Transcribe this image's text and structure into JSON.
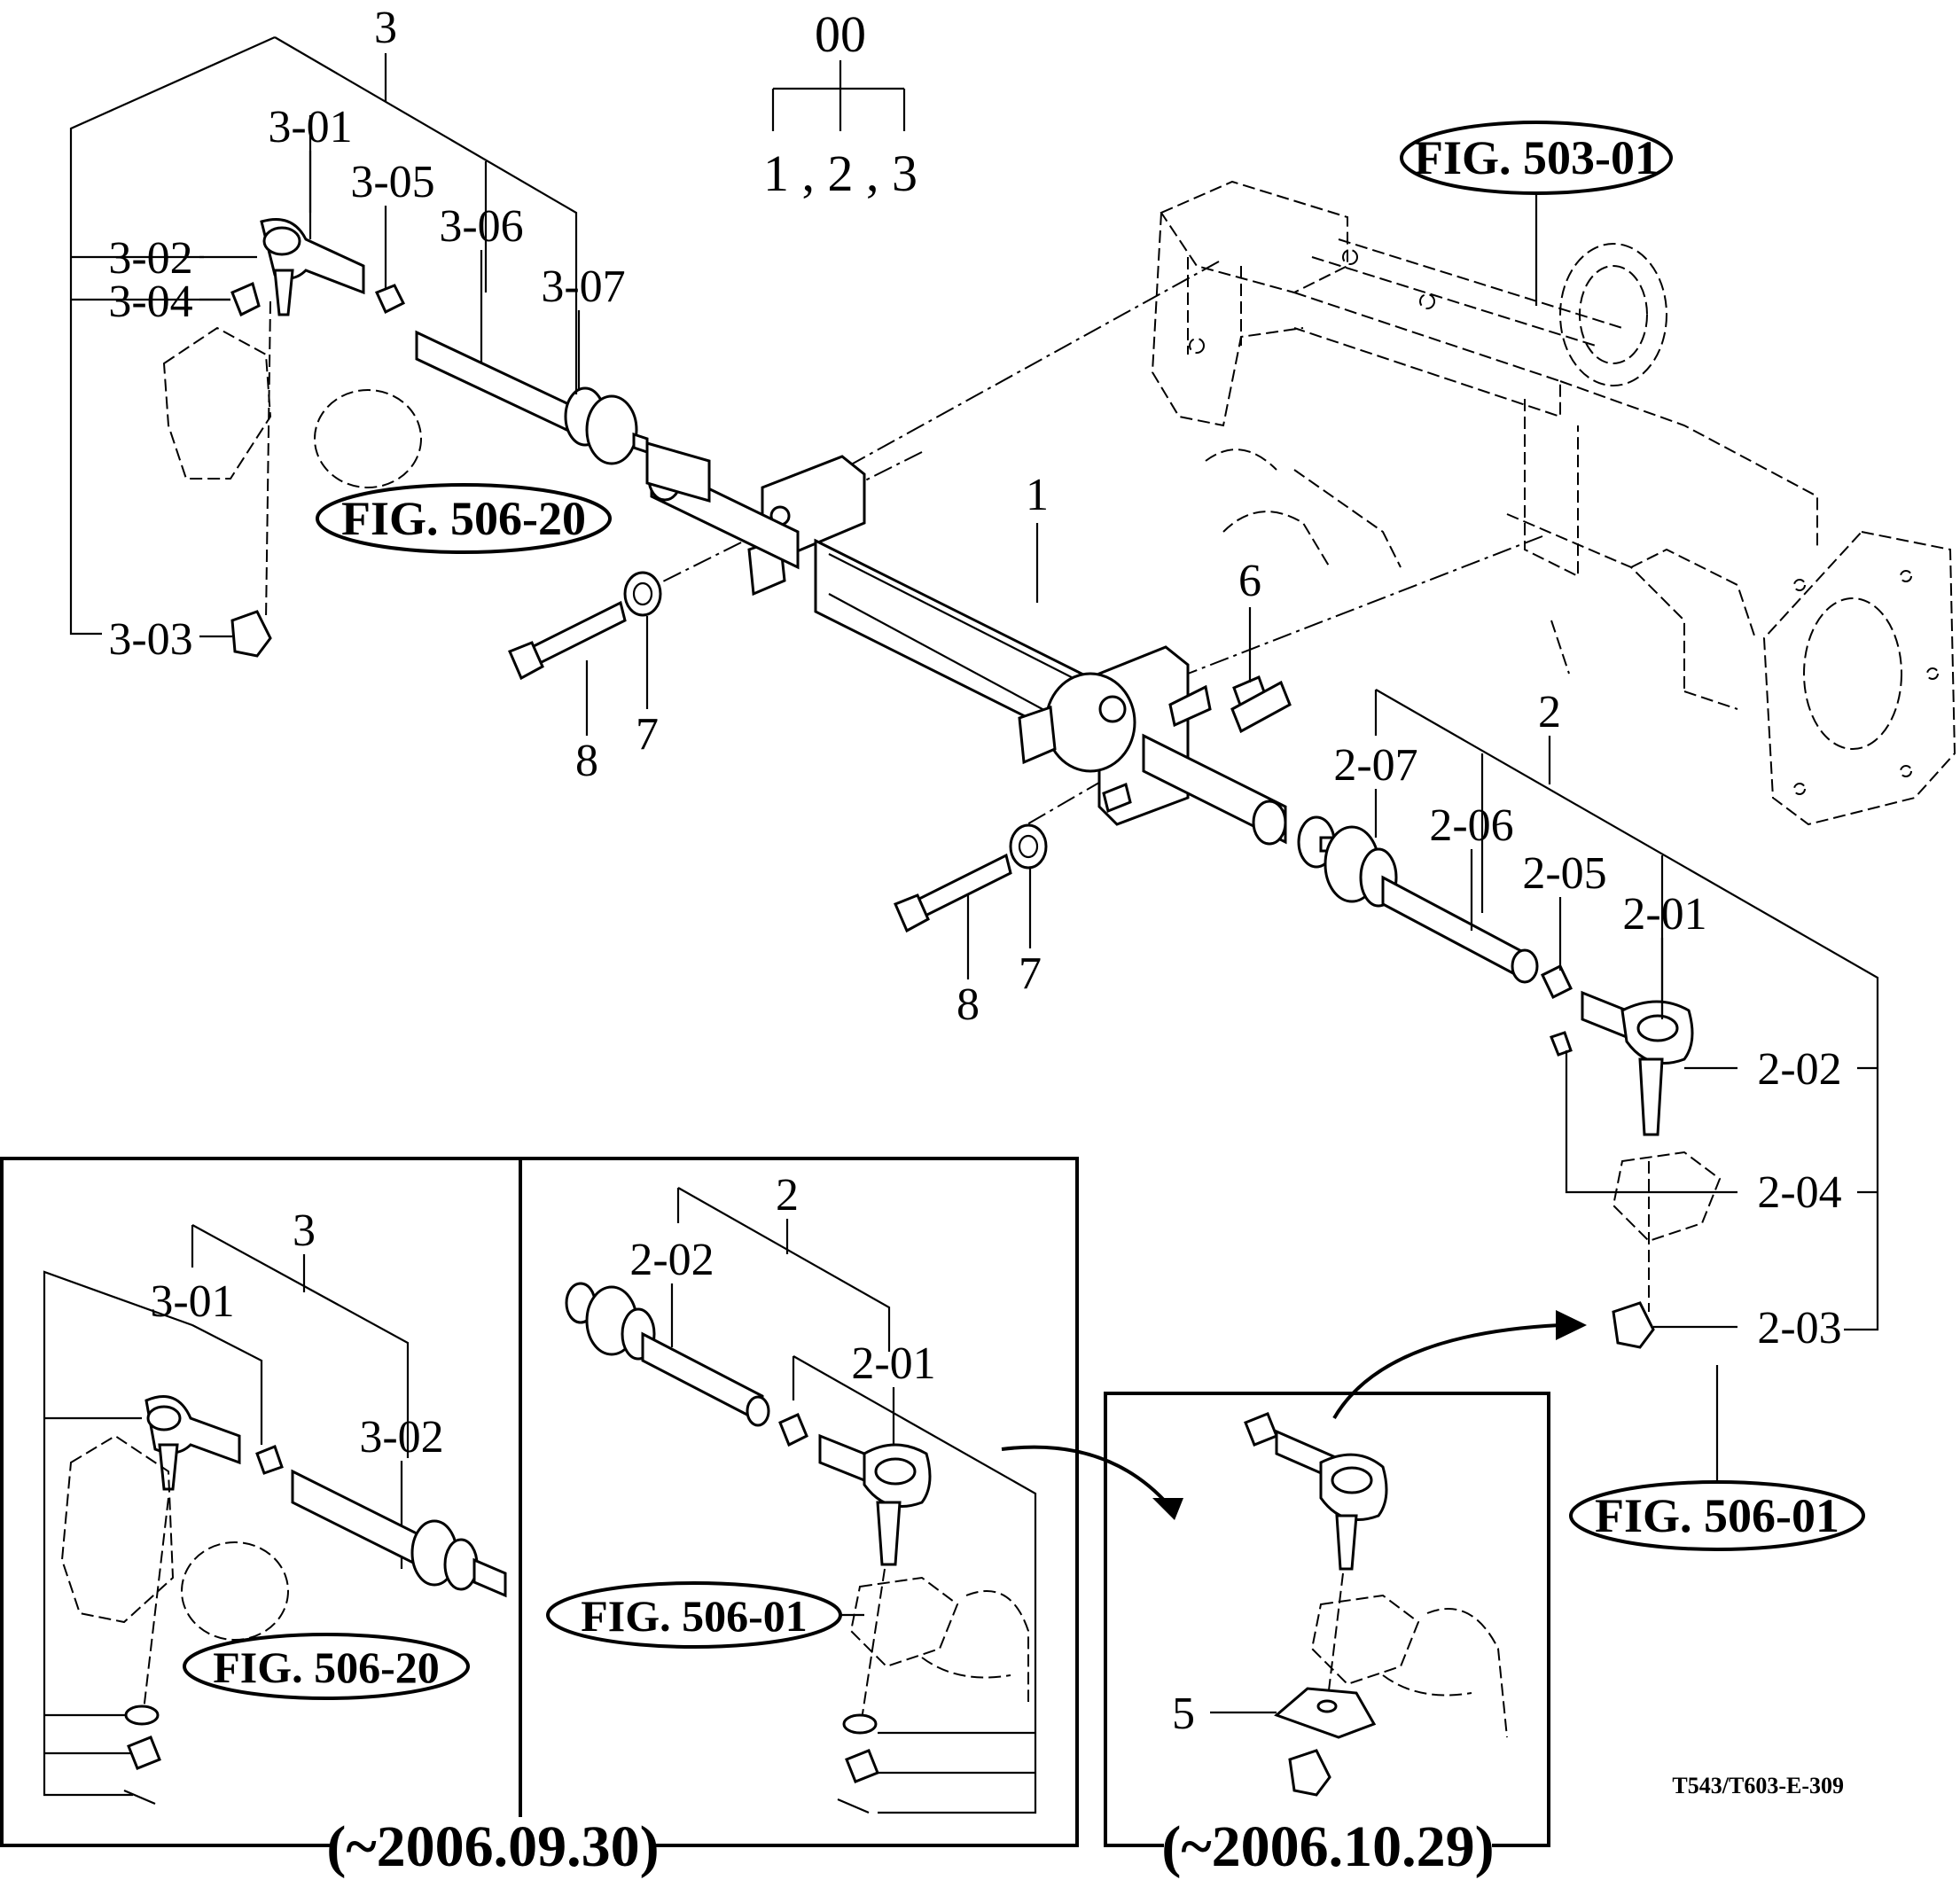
{
  "assembly": {
    "top": "00",
    "sub": "1 , 2 , 3"
  },
  "figure_refs": {
    "fig_503_01": "FIG. 503-01",
    "fig_506_20": "FIG. 506-20",
    "fig_506_01": "FIG. 506-01"
  },
  "main": {
    "labels": {
      "p1": "1",
      "p2": "2",
      "p3": "3",
      "p5": "5",
      "p6": "6",
      "p7": "7",
      "p8": "8",
      "p2_01": "2-01",
      "p2_02": "2-02",
      "p2_03": "2-03",
      "p2_04": "2-04",
      "p2_05": "2-05",
      "p2_06": "2-06",
      "p2_07": "2-07",
      "p3_01": "3-01",
      "p3_02": "3-02",
      "p3_03": "3-03",
      "p3_04": "3-04",
      "p3_05": "3-05",
      "p3_06": "3-06",
      "p3_07": "3-07"
    }
  },
  "inset_left": {
    "date": "(~2006.09.30)",
    "labels": {
      "p3": "3",
      "p3_01": "3-01",
      "p3_02": "3-02",
      "p2": "2",
      "p2_01": "2-01",
      "p2_02": "2-02"
    }
  },
  "inset_right": {
    "date": "(~2006.10.29)"
  },
  "drawing_code": "T543/T603-E-309"
}
